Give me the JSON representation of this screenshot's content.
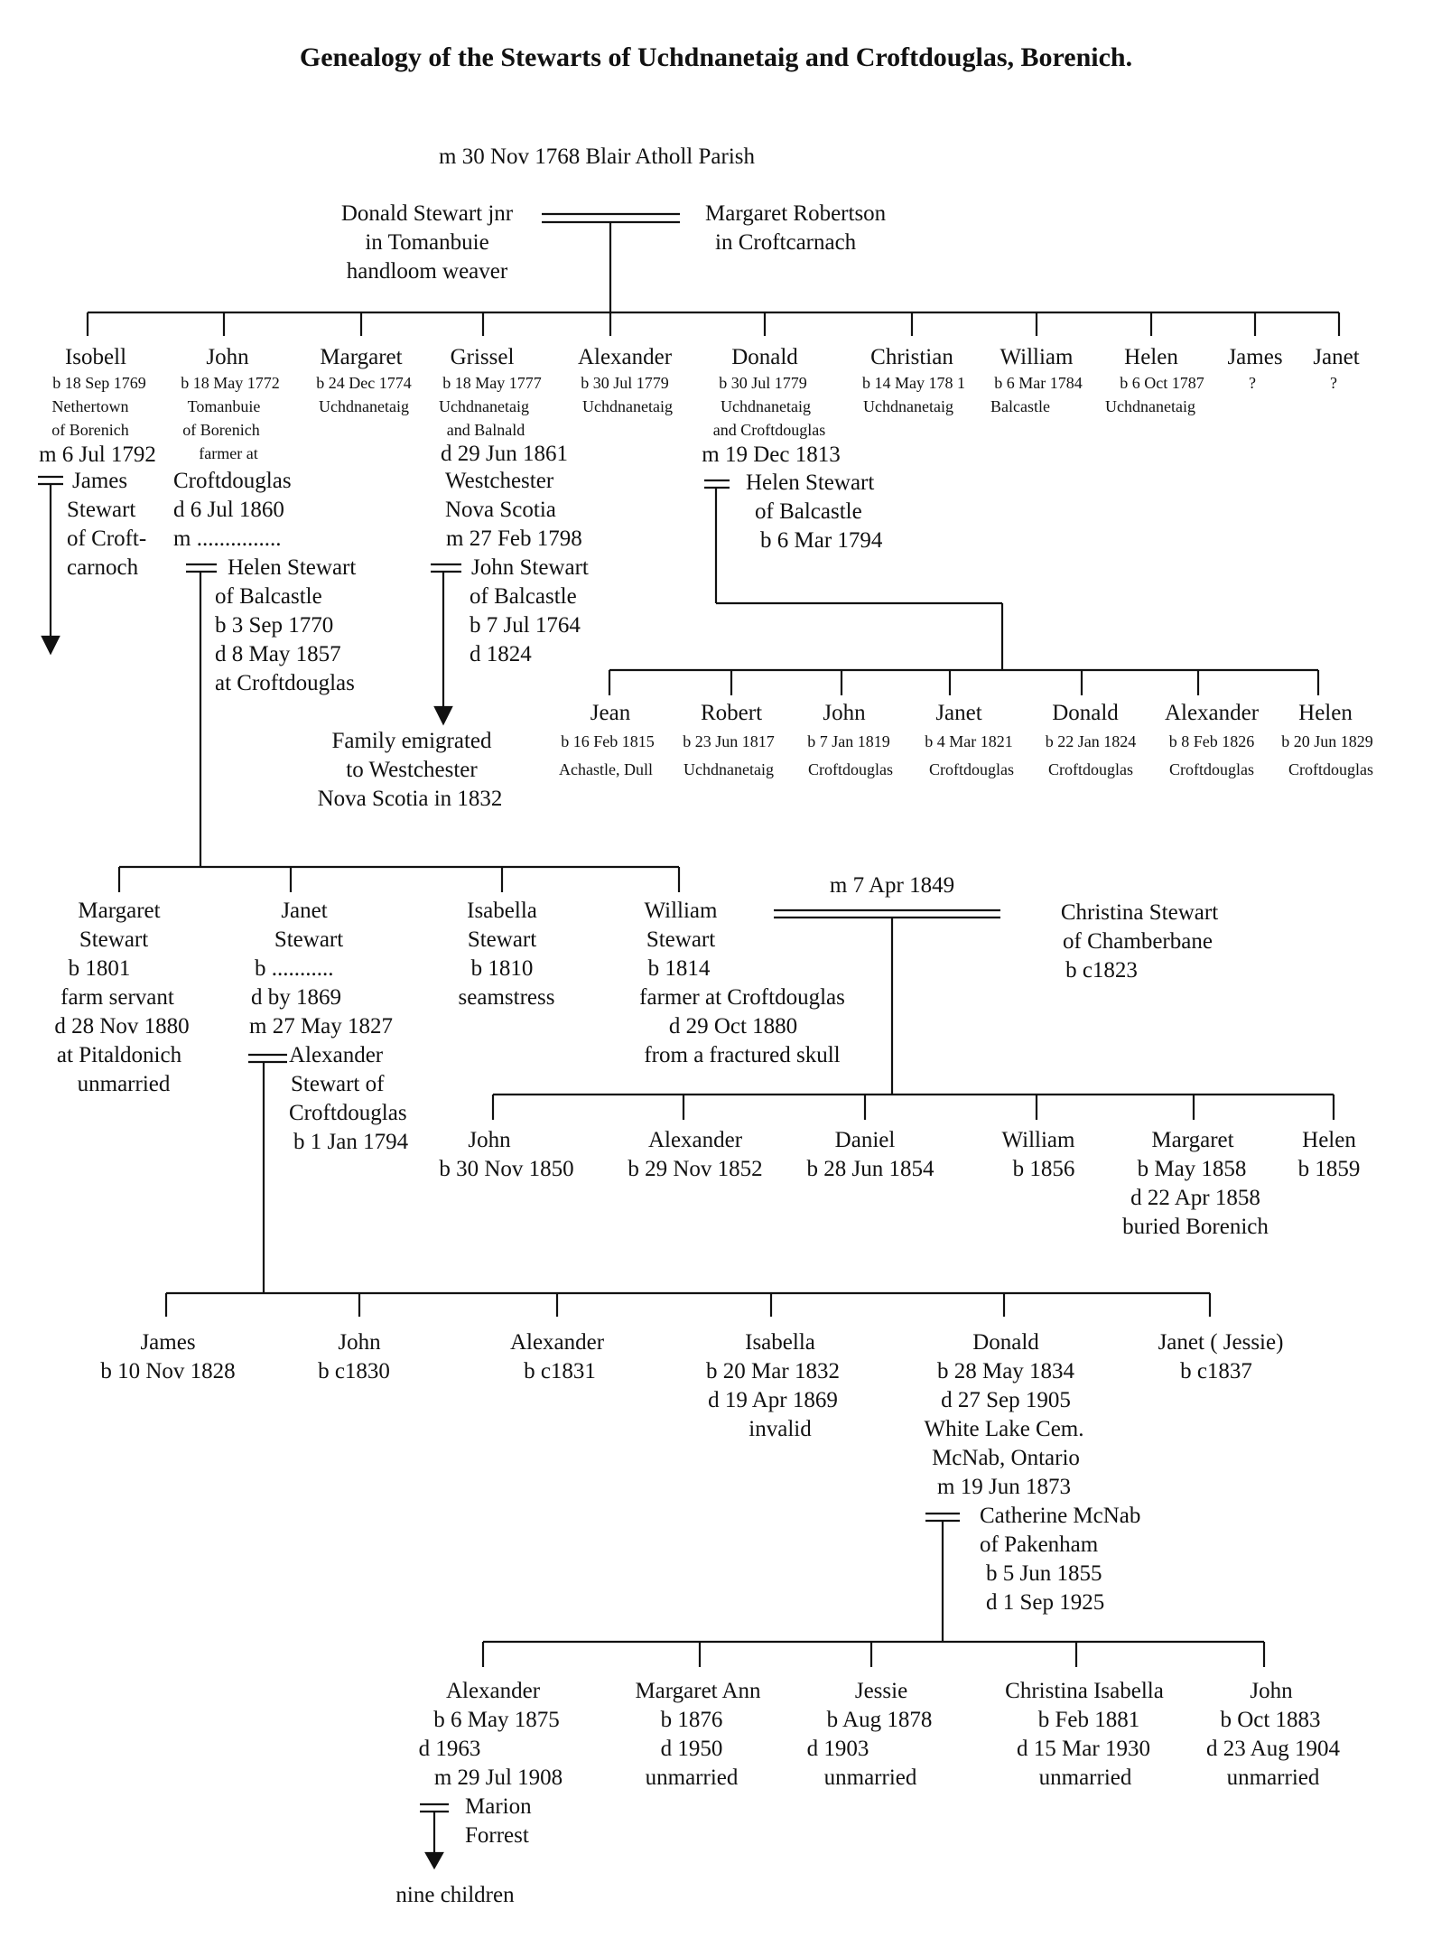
{
  "title": "Genealogy of the Stewarts of Uchdnanetaig and Croftdouglas, Borenich.",
  "gen1": {
    "marriage": "m 30 Nov 1768 Blair Atholl Parish",
    "husband": [
      "Donald Stewart jnr",
      "in Tomanbuie",
      "handloom weaver"
    ],
    "wife": [
      "Margaret Robertson",
      "in Croftcarnach"
    ]
  },
  "gen2": {
    "isobell": {
      "name": "Isobell",
      "details": [
        "b 18 Sep 1769",
        "Nethertown",
        "of Borenich",
        "m 6 Jul 1792"
      ],
      "spouse": [
        "James",
        "Stewart",
        "of Croft-",
        "carnoch"
      ]
    },
    "john": {
      "name": "John",
      "details": [
        "b 18 May 1772",
        "Tomanbuie",
        "of Borenich",
        "farmer at"
      ],
      "details_large": [
        "Croftdouglas",
        "d 6 Jul 1860",
        "m ..............."
      ],
      "spouse": [
        "Helen Stewart",
        "of Balcastle",
        "b 3 Sep 1770",
        "d 8 May 1857",
        "at Croftdouglas"
      ]
    },
    "margaret": {
      "name": "Margaret",
      "details": [
        "b 24 Dec 1774",
        "Uchdnanetaig"
      ]
    },
    "grissel": {
      "name": "Grissel",
      "details": [
        "b 18 May 1777",
        "Uchdnanetaig",
        "and Balnald"
      ],
      "details_large": [
        "d 29 Jun 1861",
        "Westchester",
        "Nova Scotia",
        "m 27 Feb 1798"
      ],
      "spouse": [
        "John Stewart",
        "of Balcastle",
        "b 7 Jul 1764",
        "d 1824"
      ],
      "note": [
        "Family emigrated",
        "to Westchester",
        "Nova Scotia in 1832"
      ]
    },
    "alexander": {
      "name": "Alexander",
      "details": [
        "b 30 Jul 1779",
        "Uchdnanetaig"
      ]
    },
    "donald": {
      "name": "Donald",
      "details": [
        "b 30 Jul 1779",
        "Uchdnanetaig",
        "and Croftdouglas"
      ],
      "marriage": "m 19 Dec 1813",
      "spouse": [
        "Helen Stewart",
        "of Balcastle",
        "b 6 Mar 1794"
      ]
    },
    "christian": {
      "name": "Christian",
      "details": [
        "b 14 May 178 1",
        "Uchdnanetaig"
      ]
    },
    "william": {
      "name": "William",
      "details": [
        "b 6 Mar 1784",
        "Balcastle"
      ]
    },
    "helen": {
      "name": "Helen",
      "details": [
        "b 6 Oct 1787",
        "Uchdnanetaig"
      ]
    },
    "james": {
      "name": "James",
      "details": [
        "?"
      ]
    },
    "janet": {
      "name": "Janet",
      "details": [
        "?"
      ]
    }
  },
  "donald_children": [
    {
      "name": "Jean",
      "birth": "b 16 Feb 1815",
      "place": "Achastle, Dull"
    },
    {
      "name": "Robert",
      "birth": "b 23 Jun 1817",
      "place": "Uchdnanetaig"
    },
    {
      "name": "John",
      "birth": "b 7 Jan 1819",
      "place": "Croftdouglas"
    },
    {
      "name": "Janet",
      "birth": "b 4 Mar 1821",
      "place": "Croftdouglas"
    },
    {
      "name": "Donald",
      "birth": "b 22 Jan 1824",
      "place": "Croftdouglas"
    },
    {
      "name": "Alexander",
      "birth": "b 8 Feb 1826",
      "place": "Croftdouglas"
    },
    {
      "name": "Helen",
      "birth": "b 20 Jun 1829",
      "place": "Croftdouglas"
    }
  ],
  "gen3": {
    "margaret": [
      "Margaret",
      "Stewart",
      "b 1801",
      "farm servant",
      "d 28 Nov 1880",
      "at Pitaldonich",
      "unmarried"
    ],
    "janet": {
      "lines": [
        "Janet",
        "Stewart",
        "b ...........",
        "d by 1869",
        "m 27 May 1827"
      ],
      "spouse": [
        "Alexander",
        "Stewart of",
        "Croftdouglas",
        "b 1 Jan 1794"
      ]
    },
    "isabella": [
      "Isabella",
      "Stewart",
      "b 1810",
      "seamstress"
    ],
    "william": {
      "lines": [
        "William",
        "Stewart",
        "b 1814",
        "farmer at Croftdouglas",
        "d 29 Oct 1880",
        "from a fractured skull"
      ],
      "marriage": "m 7 Apr 1849",
      "spouse": [
        "Christina Stewart",
        "of Chamberbane",
        "b c1823"
      ]
    }
  },
  "william_children": [
    {
      "lines": [
        "John",
        "b 30 Nov 1850"
      ]
    },
    {
      "lines": [
        "Alexander",
        "b 29 Nov 1852"
      ]
    },
    {
      "lines": [
        "Daniel",
        "b 28 Jun 1854"
      ]
    },
    {
      "lines": [
        "William",
        "b 1856"
      ]
    },
    {
      "lines": [
        "Margaret",
        "b May 1858",
        "d 22 Apr 1858",
        "buried Borenich"
      ]
    },
    {
      "lines": [
        "Helen",
        "b 1859"
      ]
    }
  ],
  "janet_children": [
    {
      "lines": [
        "James",
        "b 10 Nov 1828"
      ]
    },
    {
      "lines": [
        "John",
        "b c1830"
      ]
    },
    {
      "lines": [
        "Alexander",
        "b c1831"
      ]
    },
    {
      "lines": [
        "Isabella",
        "b 20 Mar 1832",
        "d 19 Apr 1869",
        "invalid"
      ]
    },
    {
      "lines": [
        "Donald",
        "b 28 May 1834",
        "d 27 Sep 1905",
        "White Lake Cem.",
        "McNab, Ontario",
        "m 19 Jun 1873"
      ]
    },
    {
      "lines": [
        "Janet ( Jessie)",
        "b c1837"
      ]
    }
  ],
  "donald_spouse": [
    "Catherine McNab",
    "of Pakenham",
    "b 5 Jun 1855",
    "d 1 Sep 1925"
  ],
  "donald_jr_children": [
    {
      "lines": [
        "Alexander",
        "b 6 May 1875",
        "d 1963",
        "m 29 Jul 1908"
      ]
    },
    {
      "lines": [
        "Margaret Ann",
        "b 1876",
        "d 1950",
        "unmarried"
      ]
    },
    {
      "lines": [
        "Jessie",
        "b Aug 1878",
        "d 1903",
        "unmarried"
      ]
    },
    {
      "lines": [
        "Christina  Isabella",
        "b Feb 1881",
        "d 15 Mar 1930",
        "unmarried"
      ]
    },
    {
      "lines": [
        "John",
        "b Oct 1883",
        "d 23 Aug 1904",
        "unmarried"
      ]
    }
  ],
  "alexander_spouse": [
    "Marion",
    "Forrest"
  ],
  "alexander_note": "nine children"
}
